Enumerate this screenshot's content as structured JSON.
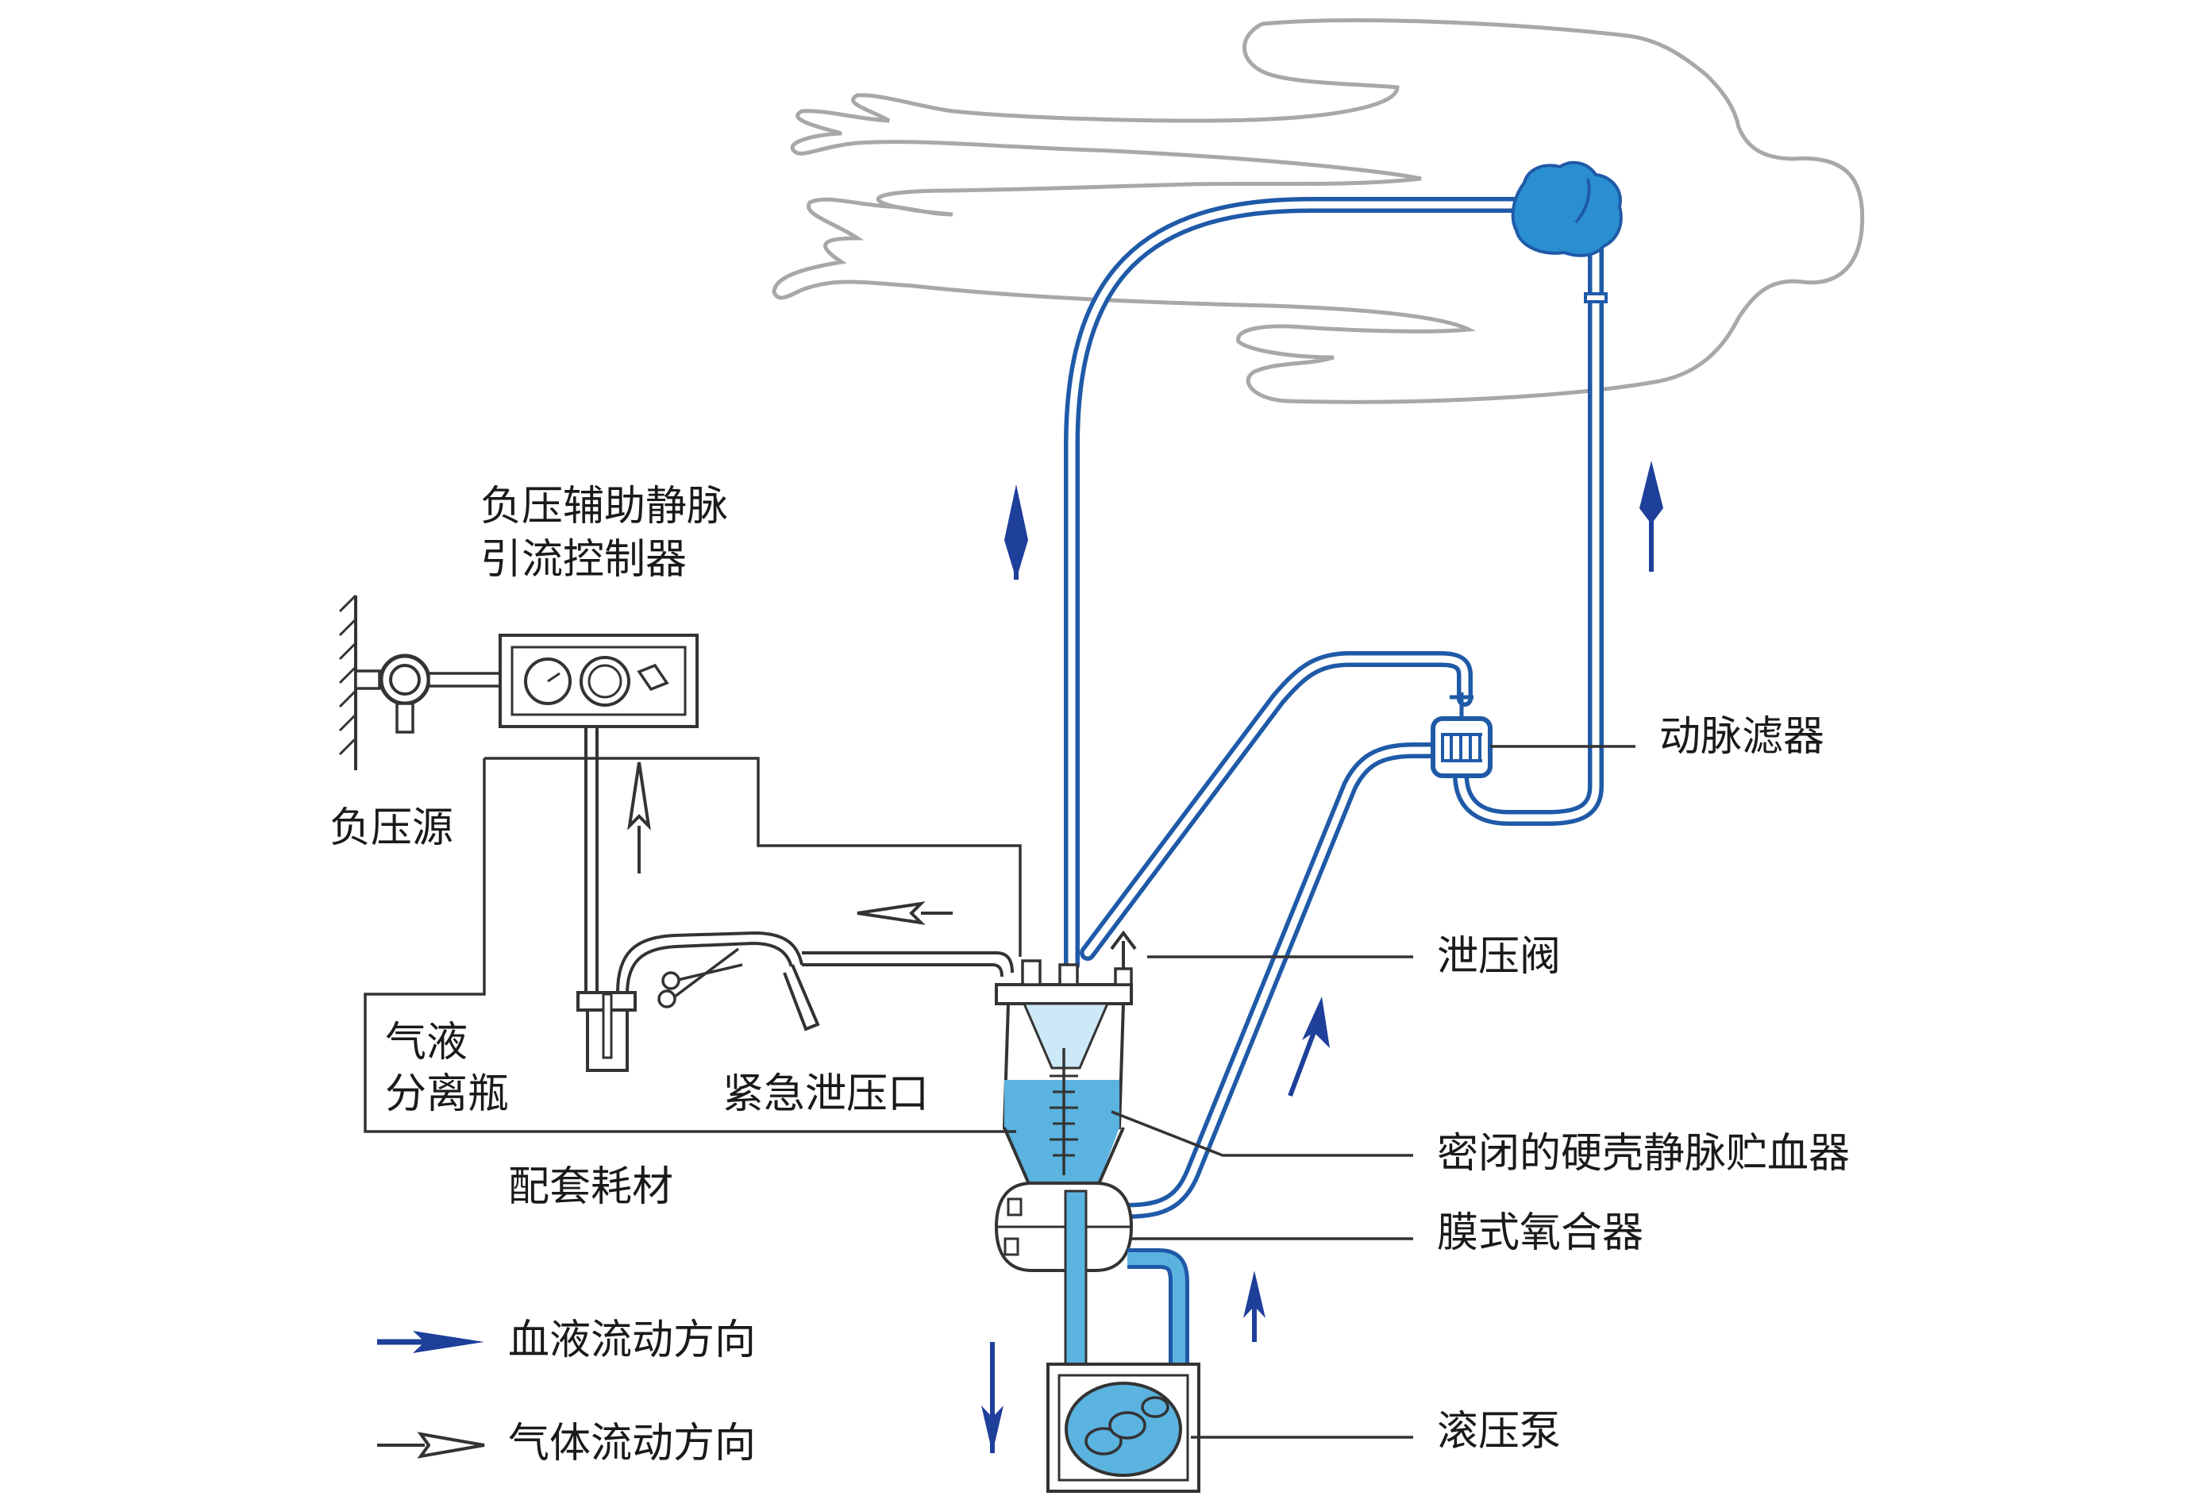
{
  "labels": {
    "controller": [
      "负压辅助静脉",
      "引流控制器"
    ],
    "vacuum_source": "负压源",
    "gas_liquid_separator": [
      "气液",
      "分离瓶"
    ],
    "emergency_relief_port": "紧急泄压口",
    "consumables": "配套耗材",
    "arterial_filter": "动脉滤器",
    "relief_valve": "泄压阀",
    "reservoir": "密闭的硬壳静脉贮血器",
    "oxygenator": "膜式氧合器",
    "roller_pump": "滚压泵"
  },
  "legend": {
    "blood_flow": "血液流动方向",
    "gas_flow": "气体流动方向"
  },
  "colors": {
    "tube_blue": "#1f5aa8",
    "arrow_blue": "#1e3f9a",
    "blood_fill": "#5bb3e0",
    "heart": "#2a8fd0",
    "body_outline": "#a8a8a8"
  },
  "icons": [
    "human-body-outline-icon",
    "heart-icon",
    "gauge-icon",
    "dial-icon",
    "clamp-scissors-icon",
    "arterial-filter-icon"
  ]
}
